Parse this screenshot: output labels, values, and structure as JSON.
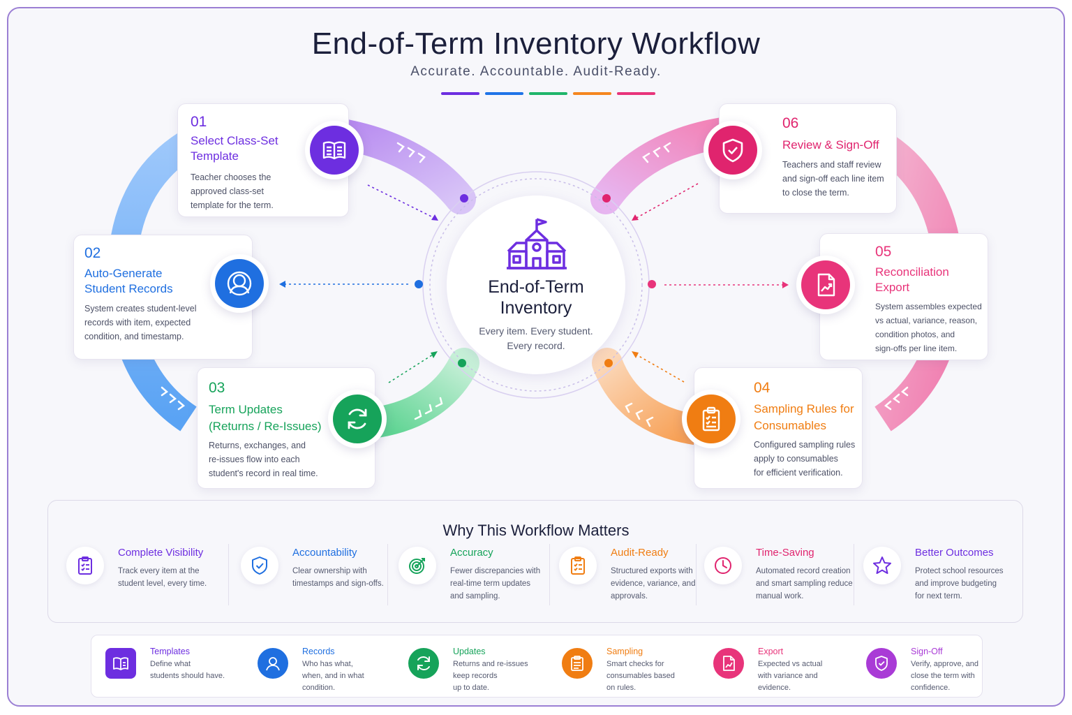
{
  "header": {
    "title": "End-of-Term Inventory Workflow",
    "subtitle": "Accurate. Accountable. Audit-Ready.",
    "bar_colors": [
      "#6d2ee0",
      "#1f74e8",
      "#1fb56a",
      "#f5861f",
      "#e8347a"
    ]
  },
  "center": {
    "title_line1": "End-of-Term",
    "title_line2": "Inventory",
    "sub_line1": "Every item. Every student.",
    "sub_line2": "Every record.",
    "icon": "school-icon"
  },
  "steps": [
    {
      "num": "01",
      "title1": "Select Class-Set",
      "title2": "Template",
      "d1": "Teacher chooses the",
      "d2": "approved class-set",
      "d3": "template for the term.",
      "color": "#6d2ee0",
      "icon": "book-icon"
    },
    {
      "num": "02",
      "title1": "Auto-Generate",
      "title2": "Student Records",
      "d1": "System creates student-level",
      "d2": "records with item, expected",
      "d3": "condition, and timestamp.",
      "color": "#1f6fe0",
      "icon": "user-icon"
    },
    {
      "num": "03",
      "title1": "Term Updates",
      "title2": "(Returns / Re-Issues)",
      "d1": "Returns, exchanges, and",
      "d2": "re-issues flow into each",
      "d3": "student's record in real time.",
      "color": "#16a35a",
      "icon": "refresh-icon"
    },
    {
      "num": "04",
      "title1": "Sampling Rules for",
      "title2": "Consumables",
      "d1": "Configured sampling rules",
      "d2": "apply to consumables",
      "d3": "for efficient verification.",
      "color": "#f07d12",
      "icon": "clipboard-icon"
    },
    {
      "num": "05",
      "title1": "Reconciliation",
      "title2": "Export",
      "d1": "System assembles expected",
      "d2": "vs actual, variance, reason,",
      "d3": "condition photos, and",
      "d4": "sign-offs per line item.",
      "color": "#e8347a",
      "icon": "file-chart-icon"
    },
    {
      "num": "06",
      "title1": "Review & Sign-Off",
      "d1": "Teachers and staff review",
      "d2": "and sign-off each line item",
      "d3": "to close the term.",
      "color": "#e0246e",
      "icon": "shield-check-icon"
    }
  ],
  "why": {
    "title": "Why This Workflow Matters",
    "items": [
      {
        "title": "Complete Visibility",
        "d1": "Track every item at the",
        "d2": "student level, every time.",
        "color": "#6d2ee0",
        "icon": "clipboard-list-icon"
      },
      {
        "title": "Accountability",
        "d1": "Clear ownership with",
        "d2": "timestamps and sign-offs.",
        "color": "#1f6fe0",
        "icon": "shield-check-icon"
      },
      {
        "title": "Accuracy",
        "d1": "Fewer discrepancies with",
        "d2": "real-time term updates",
        "d3": "and sampling.",
        "color": "#16a35a",
        "icon": "target-icon"
      },
      {
        "title": "Audit-Ready",
        "d1": "Structured exports with",
        "d2": "evidence, variance, and",
        "d3": "approvals.",
        "color": "#f07d12",
        "icon": "clipboard-icon"
      },
      {
        "title": "Time-Saving",
        "d1": "Automated record creation",
        "d2": "and smart sampling reduce",
        "d3": "manual work.",
        "color": "#e0246e",
        "icon": "clock-icon"
      },
      {
        "title": "Better Outcomes",
        "d1": "Protect school resources",
        "d2": "and improve budgeting",
        "d3": "for next term.",
        "color": "#6d2ee0",
        "icon": "star-icon"
      }
    ]
  },
  "legend": [
    {
      "title": "Templates",
      "d1": "Define what",
      "d2": "students should have.",
      "color": "#6d2ee0",
      "icon": "template-icon"
    },
    {
      "title": "Records",
      "d1": "Who has what,",
      "d2": "when, and in what",
      "d3": "condition.",
      "color": "#1f6fe0",
      "icon": "user-icon"
    },
    {
      "title": "Updates",
      "d1": "Returns and re-issues",
      "d2": "keep records",
      "d3": "up to date.",
      "color": "#16a35a",
      "icon": "refresh-icon"
    },
    {
      "title": "Sampling",
      "d1": "Smart checks for",
      "d2": "consumables based",
      "d3": "on rules.",
      "color": "#f07d12",
      "icon": "clipboard-icon"
    },
    {
      "title": "Export",
      "d1": "Expected vs actual",
      "d2": "with variance and",
      "d3": "evidence.",
      "color": "#e8347a",
      "icon": "file-chart-icon"
    },
    {
      "title": "Sign-Off",
      "d1": "Verify, approve, and",
      "d2": "close the term with",
      "d3": "confidence.",
      "color": "#a93bd6",
      "icon": "shield-check-icon"
    }
  ]
}
